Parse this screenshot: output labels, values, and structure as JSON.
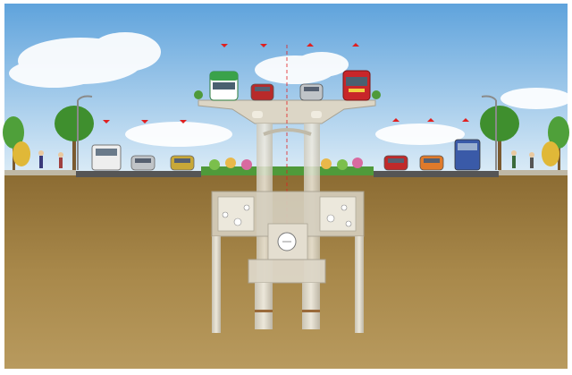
{
  "diagram": {
    "colors": {
      "sky_top": "#5fa3dc",
      "sky_bottom": "#dcecf7",
      "soil": "#9a7b3d",
      "soil_dark": "#7d6230",
      "concrete": "#d9d4c6",
      "road": "#4a4a4a",
      "median_green": "#4f9a3a",
      "arrow_red": "#e02020",
      "tree_green": "#3f8f2e",
      "bus_green": "#3aa24a",
      "bus_red": "#c8262a"
    },
    "vehicles": {
      "upper_deck": [
        "green-bus",
        "red-car",
        "silver-car",
        "red-bus"
      ],
      "ground_left": [
        "white-truck",
        "silver-car",
        "yellow-car"
      ],
      "ground_right": [
        "red-car",
        "orange-car",
        "blue-truck"
      ]
    }
  }
}
